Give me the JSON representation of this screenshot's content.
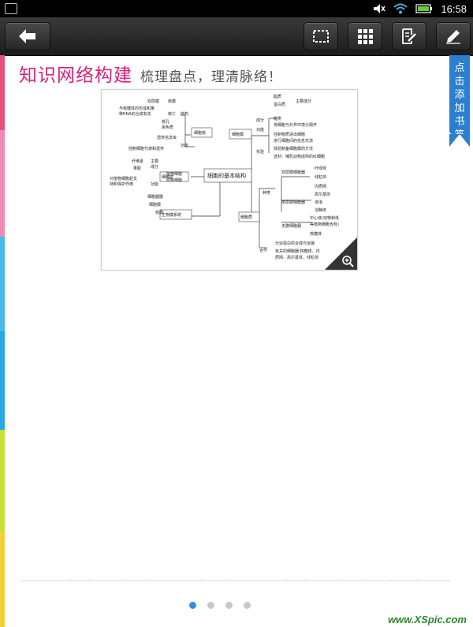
{
  "status_bar": {
    "time": "16:58",
    "icons": [
      "app-notification-icon",
      "mute-icon",
      "wifi-icon",
      "battery-icon"
    ]
  },
  "toolbar": {
    "buttons": [
      "back-arrow-icon",
      "selection-frame-icon",
      "grid-icon",
      "notes-edit-icon",
      "pen-icon"
    ]
  },
  "colors": {
    "title": "#d4237a",
    "bookmark": "#2c7fd0",
    "active_dot": "#2f8fe0",
    "strip": [
      "#e8517a",
      "#f08ab5",
      "#49b8e8",
      "#29a8e6",
      "#c8e038",
      "#f2cf3c"
    ]
  },
  "header": {
    "title": "知识网络构建",
    "subtitle": "梳理盘点，理清脉络！"
  },
  "bookmark_tab": {
    "label": "点击添加书签"
  },
  "mind_map": {
    "center": "细胞的基本结构",
    "branches": {
      "cell_wall": {
        "label": "细胞壁",
        "nodes": [
          "纤维素",
          "主要",
          "果胶",
          "成分",
          "植物细胞",
          "原核细胞",
          "对植物细胞起支",
          "持和保护作用",
          "功能"
        ]
      },
      "nucleus": {
        "label": "细胞核",
        "nodes": [
          "双层膜",
          "核膜",
          "与核糖体的形成和某",
          "种RNA的合成有关",
          "核仁",
          "结构",
          "核孔",
          "染色质",
          "遗传信息库",
          "功能",
          "控制细胞代谢和遗传"
        ]
      },
      "membrane": {
        "label": "细胞膜",
        "nodes": [
          "成分",
          "脂质",
          "蛋白质",
          "糖类",
          "主要成分",
          "功能",
          "将细胞与外界环境分隔开",
          "控制物质进出细胞",
          "进行细胞间的信息交流",
          "实验",
          "体验制备细胞膜的方法",
          "选材：哺乳动物成熟的红细胞"
        ]
      },
      "biomembrane": {
        "label": "生物膜系统",
        "nodes": [
          "细胞器膜",
          "细胞膜",
          "核膜"
        ]
      },
      "cytoplasm": {
        "label": "细胞质",
        "nodes": [
          "种类",
          "双层膜细胞器",
          "叶绿体",
          "线粒体",
          "单层膜细胞器",
          "内质网",
          "高尔基体",
          "液泡",
          "溶酶体",
          "无膜细胞器",
          "中心体(动物和低",
          "等植物细胞含有)",
          "核糖体",
          "合作",
          "分泌蛋白的合成与运输",
          "有关的细胞器:核糖体、内",
          "质网、高尔基体、线粒体"
        ]
      }
    }
  },
  "pager": {
    "count": 4,
    "active": 1
  },
  "watermark": "www.XSpic.com"
}
